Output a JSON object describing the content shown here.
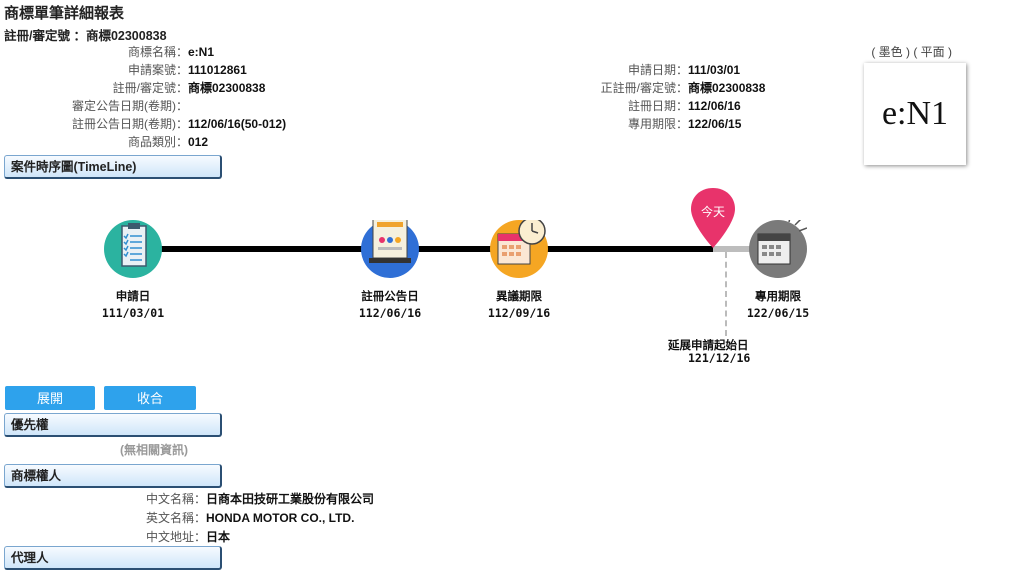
{
  "page_title": "商標單筆詳細報表",
  "reg_line": "註冊/審定號 ：商標02300838",
  "info_left": [
    {
      "label": "商標名稱：",
      "value": "e:N1"
    },
    {
      "label": "申請案號：",
      "value": "111012861"
    },
    {
      "label": "註冊/審定號：",
      "value": "商標02300838"
    },
    {
      "label": "審定公告日期(卷期)：",
      "value": ""
    },
    {
      "label": "註冊公告日期(卷期)：",
      "value": "112/06/16(50-012)"
    },
    {
      "label": "商品類別：",
      "value": "012"
    }
  ],
  "info_right": [
    {
      "label": "申請日期：",
      "value": "111/03/01"
    },
    {
      "label": "正註冊/審定號：",
      "value": "商標02300838"
    },
    {
      "label": "註冊日期：",
      "value": "112/06/16"
    },
    {
      "label": "專用期限：",
      "value": "122/06/15"
    }
  ],
  "mark_caption": "( 墨色 ) ( 平面 )",
  "mark_text": "e:N1",
  "sections": {
    "timeline": "案件時序圖(TimeLine)",
    "priority": "優先權",
    "owner": "商標權人",
    "agent": "代理人"
  },
  "timeline": {
    "events": [
      {
        "label": "申請日",
        "date": "111/03/01",
        "icon": "clipboard-icon",
        "color": "#2bb3a0"
      },
      {
        "label": "註冊公告日",
        "date": "112/06/16",
        "icon": "monitor-icon",
        "color": "#2f6fd6"
      },
      {
        "label": "異議期限",
        "date": "112/09/16",
        "icon": "calendar-clock-icon",
        "color": "#f5a623"
      },
      {
        "label": "專用期限",
        "date": "122/06/15",
        "icon": "calendar-alarm-icon",
        "color": "#7a7a7a"
      }
    ],
    "today_marker": "今天",
    "extension": {
      "label": "延展申請起始日",
      "date": "121/12/16"
    }
  },
  "buttons": {
    "expand": "展開",
    "collapse": "收合"
  },
  "priority_empty": "(無相關資訊)",
  "owner": [
    {
      "label": "中文名稱：",
      "value": "日商本田技研工業股份有限公司"
    },
    {
      "label": "英文名稱：",
      "value": "HONDA MOTOR CO., LTD."
    },
    {
      "label": "中文地址：",
      "value": "日本"
    }
  ],
  "colors": {
    "accent": "#2ea2ec",
    "today": "#e8336b"
  }
}
